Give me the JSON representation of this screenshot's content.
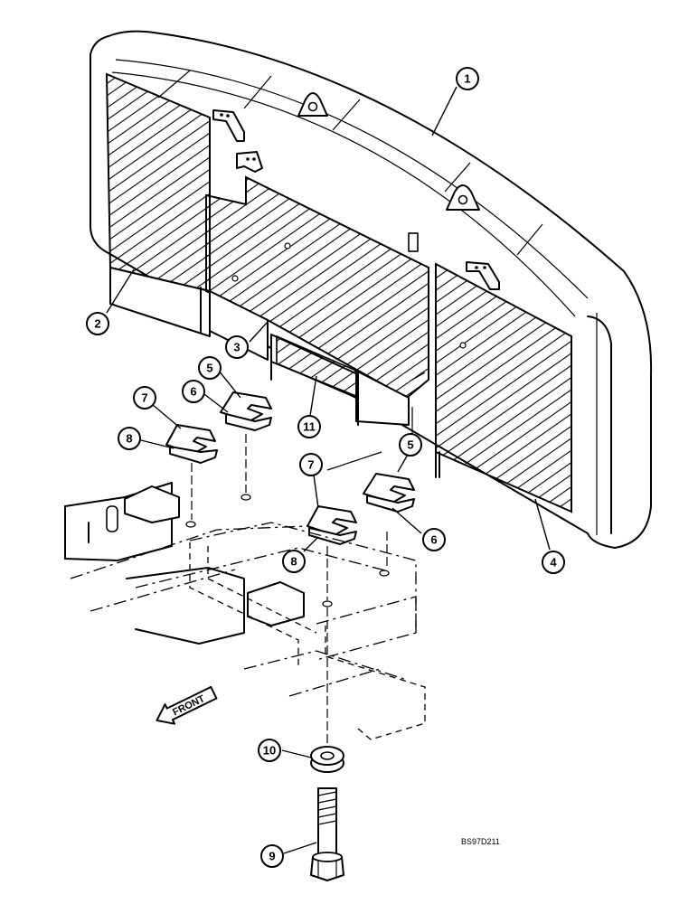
{
  "callouts": [
    {
      "id": "c1",
      "label": "1"
    },
    {
      "id": "c2",
      "label": "2"
    },
    {
      "id": "c3",
      "label": "3"
    },
    {
      "id": "c4",
      "label": "4"
    },
    {
      "id": "c5a",
      "label": "5"
    },
    {
      "id": "c5b",
      "label": "5"
    },
    {
      "id": "c6a",
      "label": "6"
    },
    {
      "id": "c6b",
      "label": "6"
    },
    {
      "id": "c7a",
      "label": "7"
    },
    {
      "id": "c7b",
      "label": "7"
    },
    {
      "id": "c8a",
      "label": "8"
    },
    {
      "id": "c8b",
      "label": "8"
    },
    {
      "id": "c9",
      "label": "9"
    },
    {
      "id": "c10",
      "label": "10"
    },
    {
      "id": "c11",
      "label": "11"
    }
  ],
  "front_arrow_label": "FRONT",
  "drawing_code": "BS97D211"
}
